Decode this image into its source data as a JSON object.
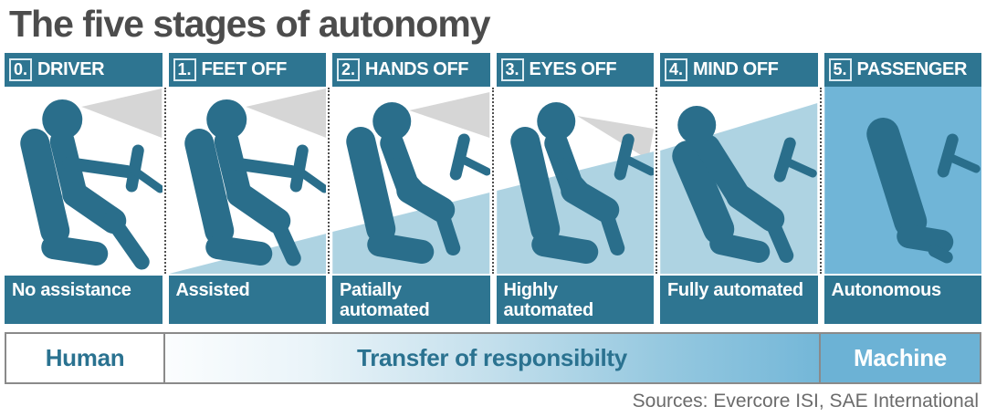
{
  "title": "The five stages of autonomy",
  "stages": [
    {
      "num": "0.",
      "header": "DRIVER",
      "label": "No assistance"
    },
    {
      "num": "1.",
      "header": "FEET OFF",
      "label": "Assisted"
    },
    {
      "num": "2.",
      "header": "HANDS OFF",
      "label": "Patially automated"
    },
    {
      "num": "3.",
      "header": "EYES OFF",
      "label": "Highly automated"
    },
    {
      "num": "4.",
      "header": "MIND OFF",
      "label": "Fully automated"
    },
    {
      "num": "5.",
      "header": "PASSENGER",
      "label": "Autonomous"
    }
  ],
  "footer": {
    "human": "Human",
    "transfer": "Transfer of responsibilty",
    "machine": "Machine"
  },
  "source": "Sources: Evercore ISI, SAE International",
  "colors": {
    "bar_teal": "#2e7591",
    "figure_teal": "#2a6e8b",
    "wedge_light_blue": "#aed3e2",
    "passenger_panel_blue": "#70b5d7",
    "machine_box_blue": "#6cb2d5",
    "gaze_cone_gray": "#d6d6d6",
    "title_gray": "#4c4c4c"
  }
}
